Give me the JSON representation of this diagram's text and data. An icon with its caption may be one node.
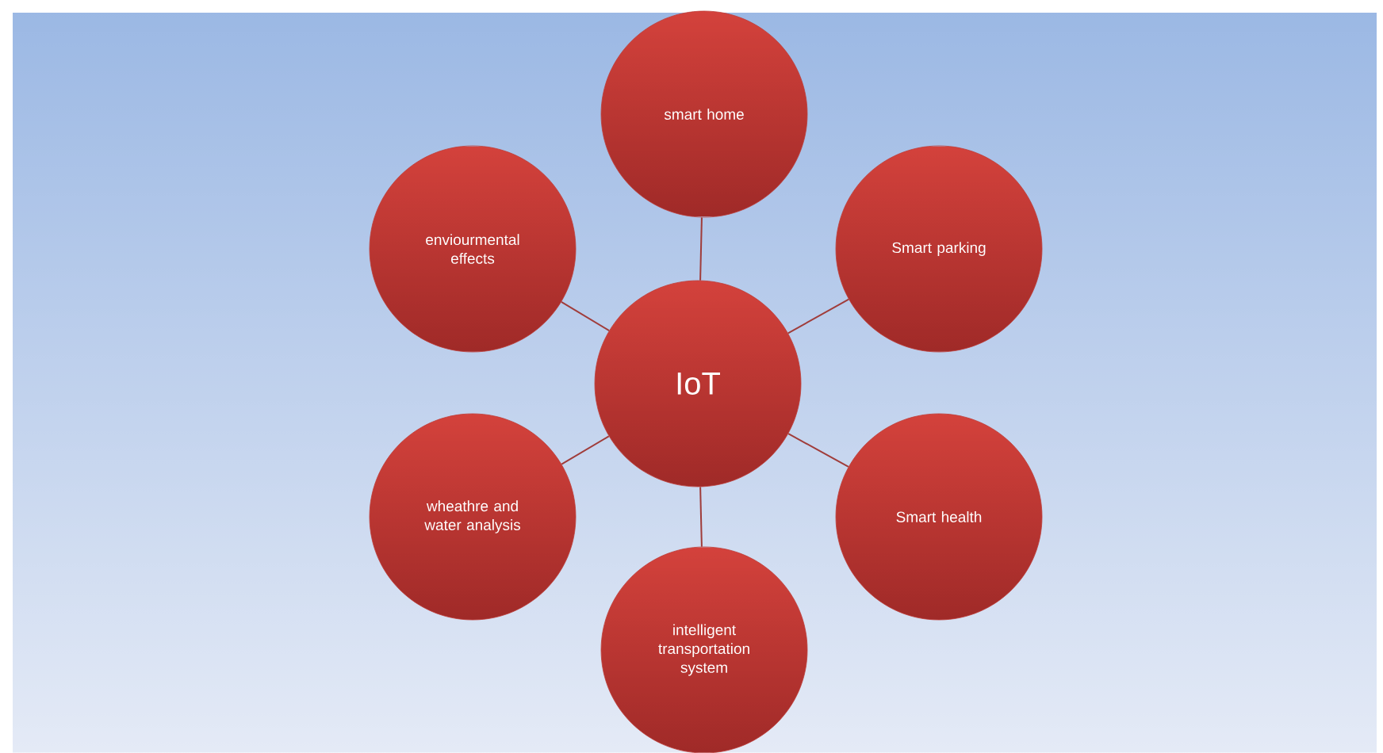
{
  "diagram": {
    "nodes": [
      {
        "text": [
          "IoT"
        ]
      },
      {
        "text": [
          "smart home"
        ]
      },
      {
        "text": [
          "Smart parking"
        ]
      },
      {
        "text": [
          "Smart health"
        ]
      },
      {
        "text": [
          "intelligent transportation system"
        ]
      },
      {
        "text": [
          "wheathre and water analysis"
        ]
      },
      {
        "text": [
          "enviourmental effects"
        ]
      }
    ],
    "edges": [
      {
        "from": 0,
        "to": 1,
        "arrow": "none"
      },
      {
        "from": 0,
        "to": 2,
        "arrow": "none"
      },
      {
        "from": 0,
        "to": 3,
        "arrow": "none"
      },
      {
        "from": 0,
        "to": 4,
        "arrow": "none"
      },
      {
        "from": 0,
        "to": 5,
        "arrow": "none"
      },
      {
        "from": 0,
        "to": 6,
        "arrow": "none"
      }
    ]
  }
}
